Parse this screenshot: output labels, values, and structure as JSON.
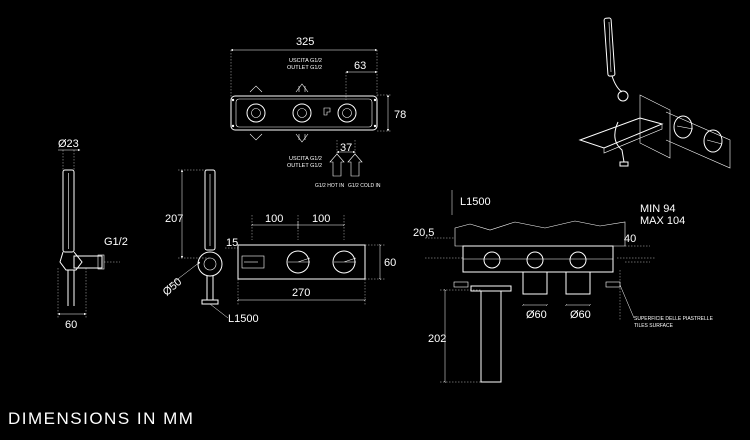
{
  "title": "DIMENSIONS IN MM",
  "front_view": {
    "width": "325",
    "right_offset": "63",
    "height": "78",
    "outlet_top_it": "USCITA G1/2",
    "outlet_top_en": "OUTLET G1/2",
    "outlet_bottom_it": "USCITA G1/2",
    "outlet_bottom_en": "OUTLET G1/2",
    "inlet_spacing": "37",
    "hot_in": "G1/2 HOT IN",
    "cold_in": "G1/2 COLD IN"
  },
  "hand_shower": {
    "diameter": "Ø23",
    "thread": "G1/2",
    "base_width": "60"
  },
  "side_view": {
    "height": "207",
    "knob_diameter": "Ø50",
    "hose": "L1500"
  },
  "plate_view": {
    "spacing_left": "100",
    "spacing_right": "100",
    "thickness": "15",
    "height": "60",
    "width": "270"
  },
  "section_view": {
    "hose": "L1500",
    "min": "MIN 94",
    "max": "MAX 104",
    "offset": "20,5",
    "depth": "40",
    "spout_height": "202",
    "body_d1": "Ø60",
    "body_d2": "Ø60",
    "tiles_it": "SUPERFICIE DELLE PIASTRELLE",
    "tiles_en": "TILES SURFACE"
  },
  "colors": {
    "background": "#000000",
    "line": "#ffffff"
  }
}
